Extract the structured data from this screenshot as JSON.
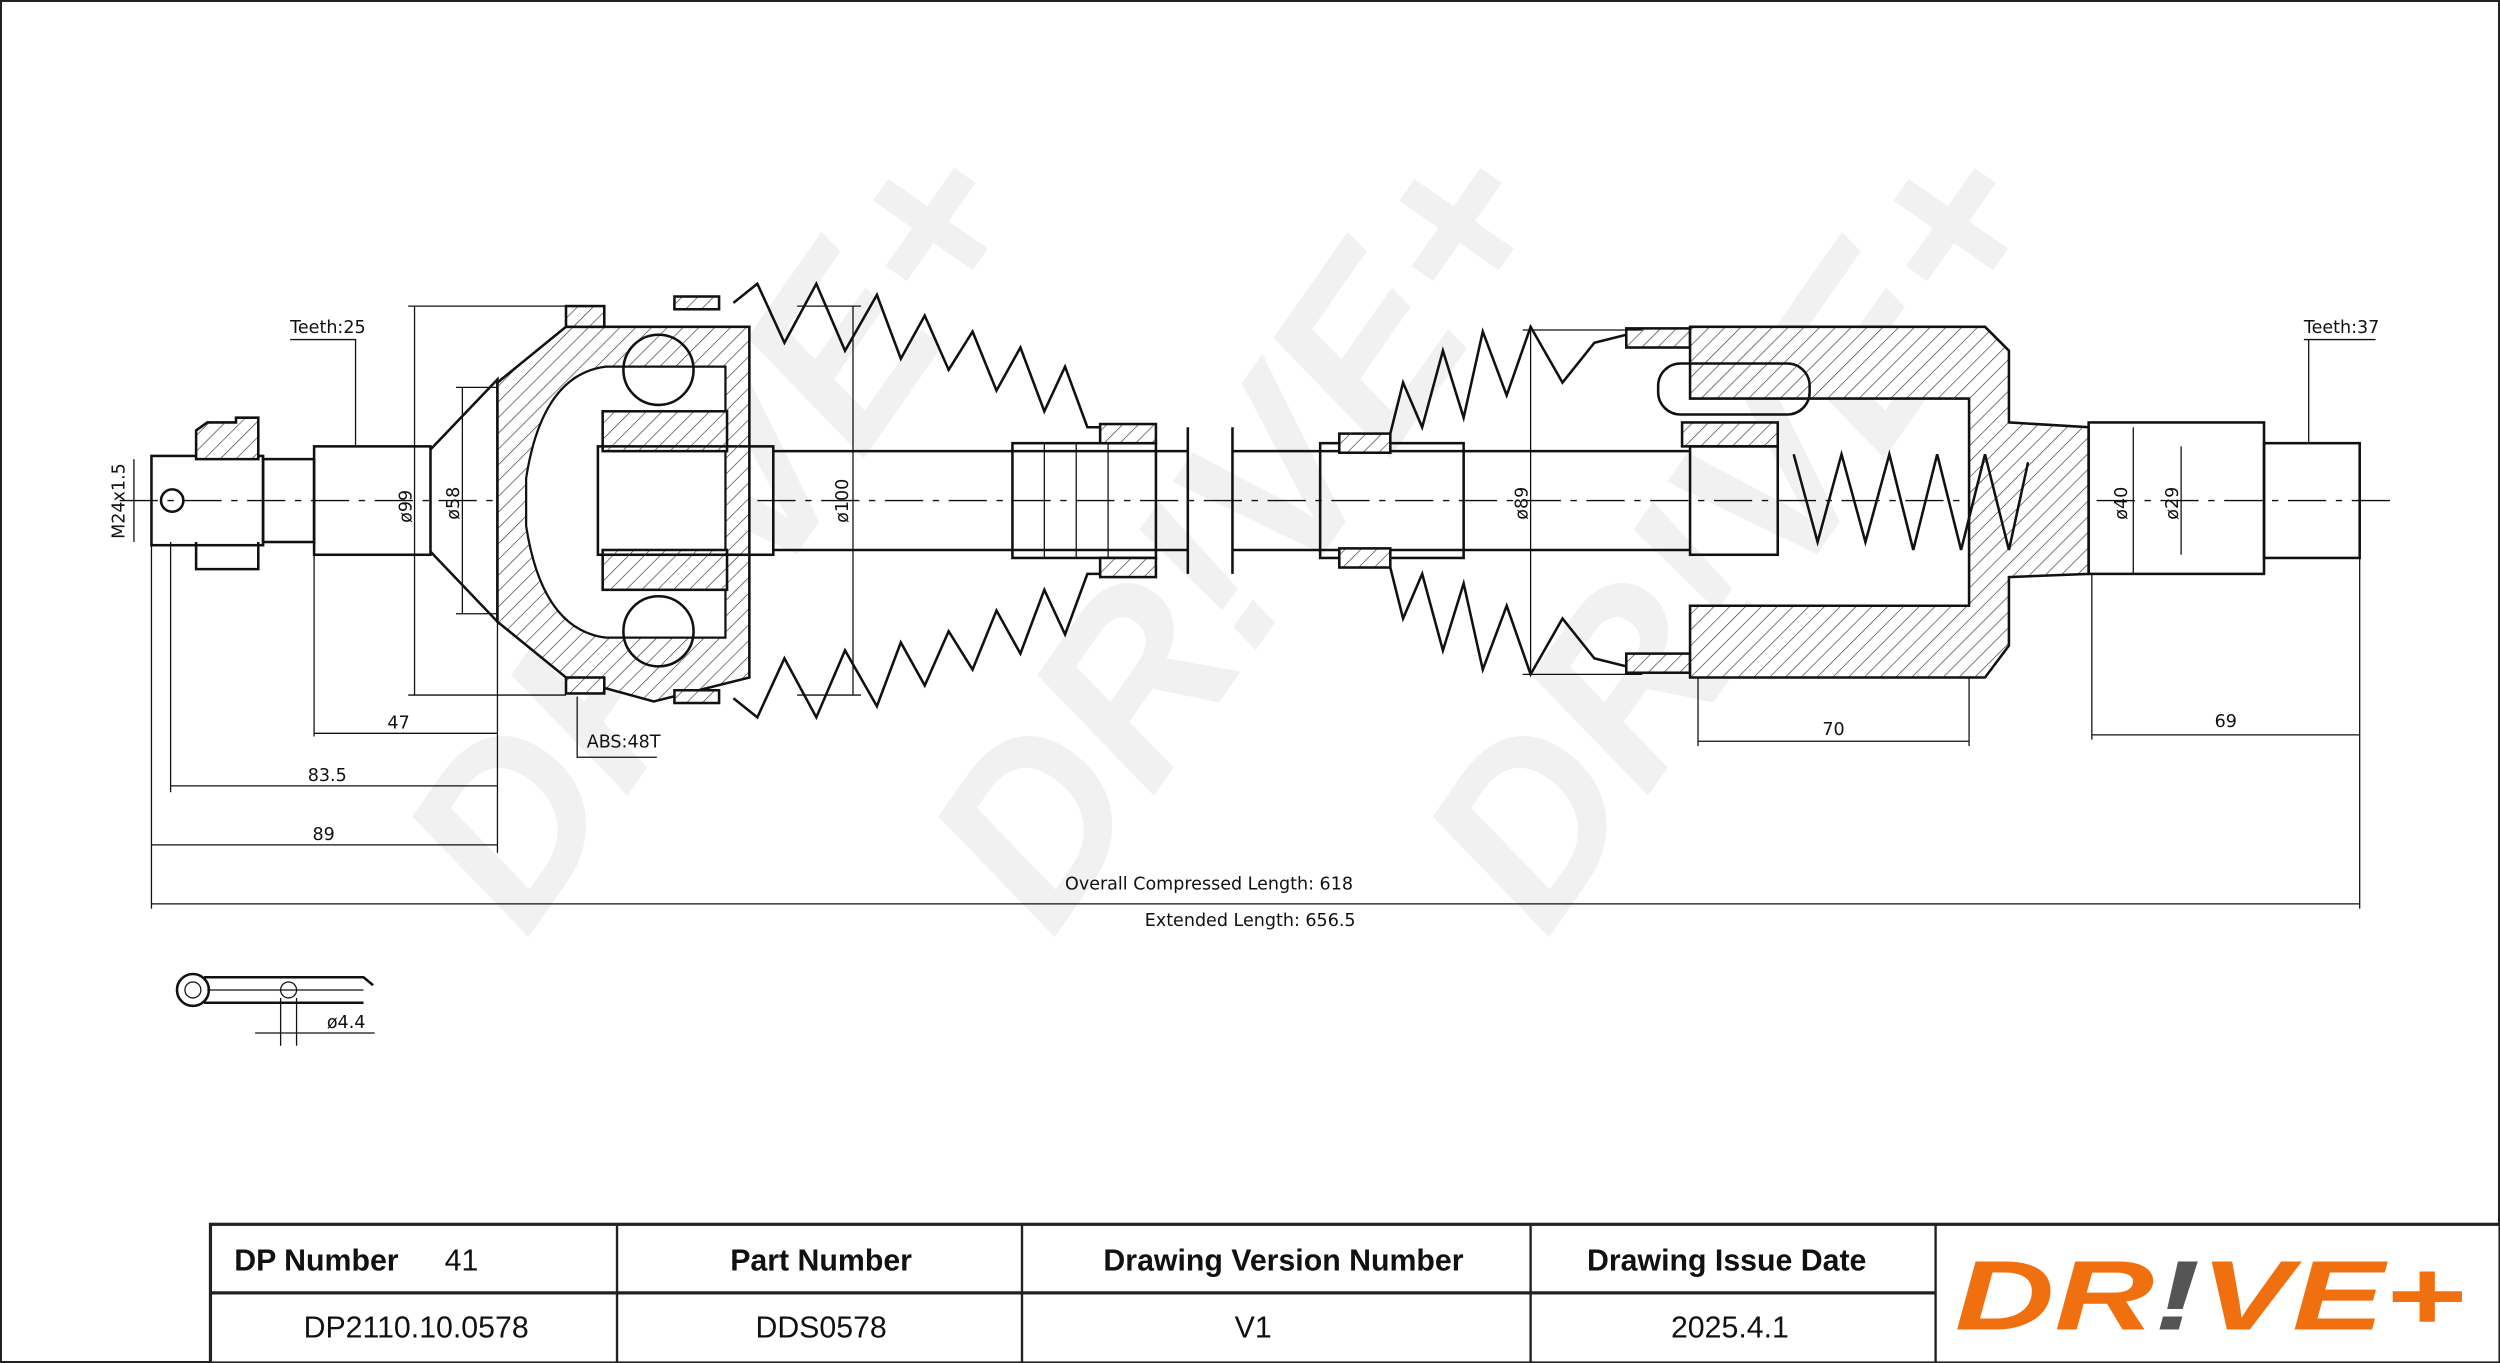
{
  "drawing": {
    "left_teeth": "Teeth:25",
    "right_teeth": "Teeth:37",
    "thread": "M24x1.5",
    "abs": "ABS:48T",
    "diameters": {
      "d99": "ø99",
      "d58": "ø58",
      "d100": "ø100",
      "d89": "ø89",
      "d40": "ø40",
      "d29": "ø29",
      "pin": "ø4.4"
    },
    "dimensions": {
      "d47": "47",
      "d83_5": "83.5",
      "d89": "89",
      "d70": "70",
      "d69": "69"
    },
    "overall_compressed": "Overall  Compressed  Length: 618",
    "extended": "Extended  Length: 656.5",
    "watermark": "DR!VE+"
  },
  "table": {
    "headers": {
      "dp_label": "DP Number",
      "dp_num": "41",
      "part": "Part Number",
      "version": "Drawing Version Number",
      "date": "Drawing Issue Date"
    },
    "values": {
      "dp": "DP2110.10.0578",
      "part": "DDS0578",
      "version": "V1",
      "date": "2025.4.1"
    }
  },
  "logo": {
    "text": "DR!VE+",
    "orange": "#f07010",
    "gray": "#555555"
  }
}
